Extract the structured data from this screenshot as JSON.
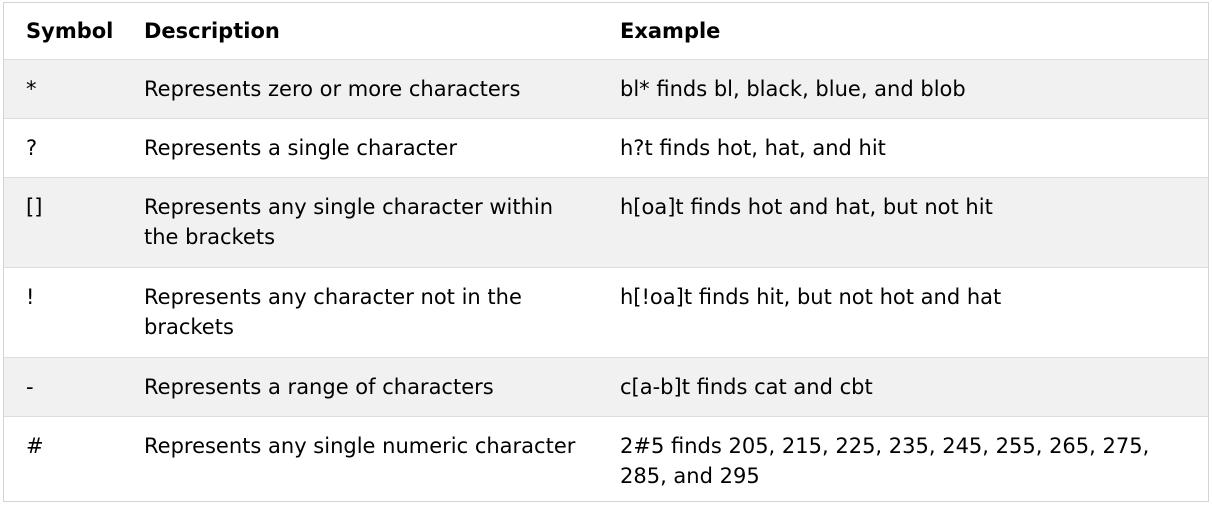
{
  "table": {
    "headers": [
      "Symbol",
      "Description",
      "Example"
    ],
    "rows": [
      {
        "symbol": "*",
        "description": "Represents zero or more characters",
        "example": "bl* finds bl, black, blue, and blob"
      },
      {
        "symbol": "?",
        "description": "Represents a single character",
        "example": "h?t finds hot, hat, and hit"
      },
      {
        "symbol": "[]",
        "description": "Represents any single character within the brackets",
        "example": "h[oa]t finds hot and hat, but not hit"
      },
      {
        "symbol": "!",
        "description": "Represents any character not in the brackets",
        "example": "h[!oa]t finds hit, but not hot and hat"
      },
      {
        "symbol": "-",
        "description": "Represents a range of characters",
        "example": "c[a-b]t finds cat and cbt"
      },
      {
        "symbol": "#",
        "description": "Represents any single numeric character",
        "example": "2#5 finds 205, 215, 225, 235, 245, 255, 265, 275, 285, and 295"
      }
    ]
  }
}
